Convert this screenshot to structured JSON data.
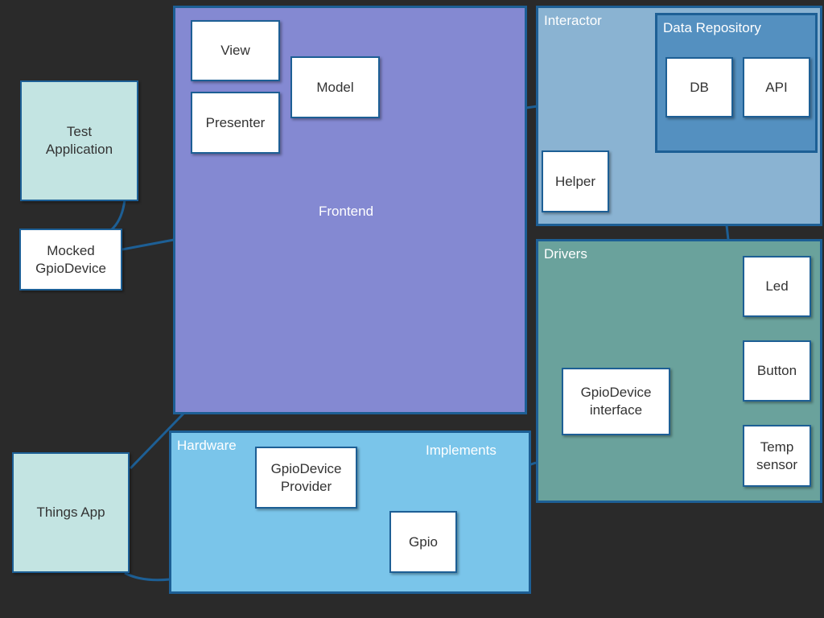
{
  "panels": {
    "frontend": "Frontend",
    "interactor": "Interactor",
    "data_repository": "Data Repository",
    "drivers": "Drivers",
    "hardware": "Hardware"
  },
  "boxes": {
    "test_application": "Test\nApplication",
    "mocked_gpio_device": "Mocked\nGpioDevice",
    "things_app": "Things App",
    "view": "View",
    "model": "Model",
    "presenter": "Presenter",
    "db": "DB",
    "api": "API",
    "helper": "Helper",
    "led": "Led",
    "button": "Button",
    "temp_sensor": "Temp\nsensor",
    "gpio_device_interface": "GpioDevice\ninterface",
    "gpio_device_provider": "GpioDevice\nProvider",
    "gpio": "Gpio"
  },
  "labels": {
    "implements": "Implements"
  },
  "colors": {
    "background": "#2a2a2a",
    "frontend": "#8489d2",
    "interactor": "#8ab3d2",
    "data_repository": "#5490c0",
    "drivers": "#6aa29c",
    "hardware": "#7ac5ea",
    "app_box": "#c3e4e2",
    "connector": "#1d5f95"
  }
}
